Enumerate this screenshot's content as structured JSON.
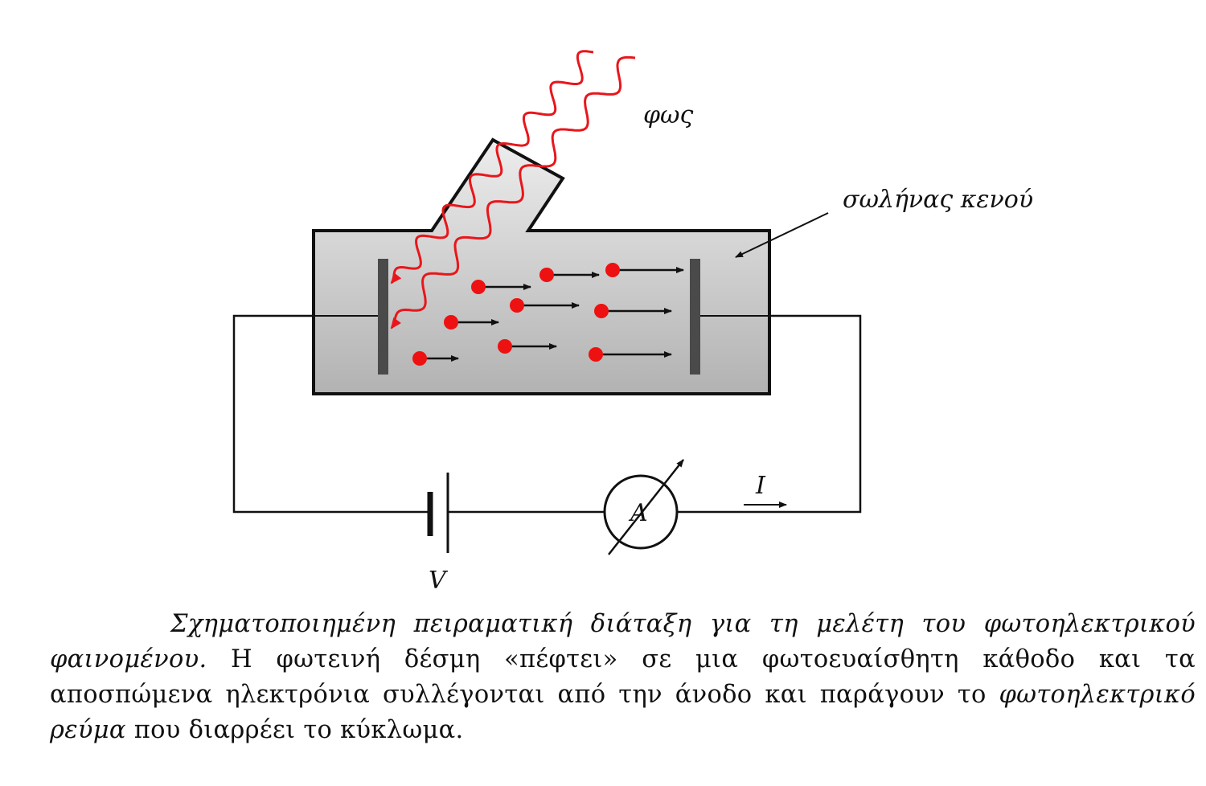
{
  "labels": {
    "light": "φως",
    "vacuum_tube": "σωλήνας κενού",
    "ammeter": "A",
    "current": "I",
    "voltage": "V"
  },
  "caption": {
    "italic_1": "Σχηματοποιημένη πειραματική διάταξη για τη μελέτη του φωτοηλεκτρικού φαινομένου.",
    "normal_1": " Η φωτεινή δέσμη «πέφτει» σε μια φωτοευαίσθητη κάθοδο και τα αποσπώμενα ηλεκτρόνια συλλέγονται από την άνοδο και παράγουν το ",
    "italic_2": "φωτοηλεκτρικό ρεύμα",
    "normal_2": " που διαρρέει το κύκλωμα."
  },
  "colors": {
    "light_ray": "#e8161b",
    "electron": "#ee1111",
    "electrode": "#4a4a4a",
    "tube_top": "#ececec",
    "tube_bottom": "#b4b4b4"
  }
}
